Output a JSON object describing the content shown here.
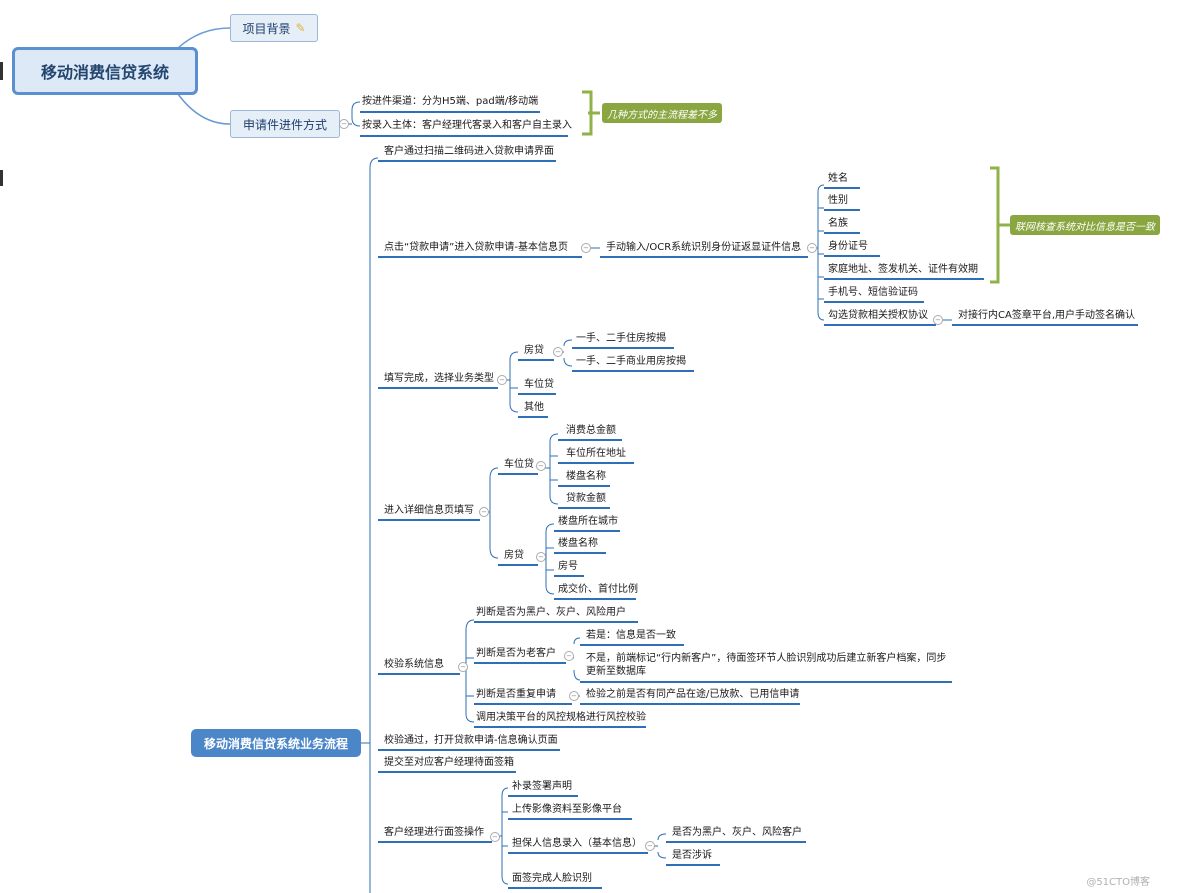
{
  "root": "移动消费信贷系统",
  "branches": {
    "background": "项目背景",
    "apply_method": "申请件进件方式",
    "by_channel": "按进件渠道：分为H5端、pad端/移动端",
    "by_subject": "按录入主体：客户经理代客录入和客户自主录入",
    "note_main_flow": "几种方式的主流程差不多"
  },
  "flow": {
    "title": "移动消费信贷系统业务流程",
    "step1": "客户通过扫描二维码进入贷款申请界面",
    "step2": "点击“贷款申请”进入贷款申请-基本信息页",
    "step2_sub": "手动输入/OCR系统识别身份证返显证件信息",
    "id_fields": [
      "姓名",
      "性别",
      "名族",
      "身份证号",
      "家庭地址、签发机关、证件有效期"
    ],
    "note_verify": "联网核查系统对比信息是否一致",
    "phone": "手机号、短信验证码",
    "agreement": "勾选贷款相关授权协议",
    "agreement_sub": "对接行内CA签章平台,用户手动签名确认",
    "step3": "填写完成，选择业务类型",
    "house_loan": "房贷",
    "house_types": [
      "一手、二手住房按揭",
      "一手、二手商业用房按揭"
    ],
    "parking_loan": "车位贷",
    "other": "其他",
    "step4": "进入详细信息页填写",
    "parking_fields": [
      "消费总金额",
      "车位所在地址",
      "楼盘名称",
      "贷款金额"
    ],
    "house_fields": [
      "楼盘所在城市",
      "楼盘名称",
      "房号",
      "成交价、首付比例"
    ],
    "step5": "校验系统信息",
    "check_blacklist": "判断是否为黑户、灰户、风险用户",
    "check_old": "判断是否为老客户",
    "old_yes": "若是：信息是否一致",
    "old_no_line1": "不是，前端标记“行内新客户”，待面签环节人脸识别成功后建立新客户档案，同步",
    "old_no_line2": "更新至数据库",
    "check_dup": "判断是否重复申请",
    "dup_sub": "检验之前是否有同产品在途/已放款、已用信申请",
    "check_risk": "调用决策平台的风控规格进行风控校验",
    "step6": "校验通过，打开贷款申请-信息确认页面",
    "step7": "提交至对应客户经理待面签箱",
    "step8": "客户经理进行面签操作",
    "sign_items": [
      "补录签署声明",
      "上传影像资料至影像平台",
      "担保人信息录入（基本信息）",
      "面签完成人脸识别"
    ],
    "guarantor_checks": [
      "是否为黑户、灰户、风险客户",
      "是否涉诉"
    ]
  },
  "watermark": "@51CTO博客"
}
